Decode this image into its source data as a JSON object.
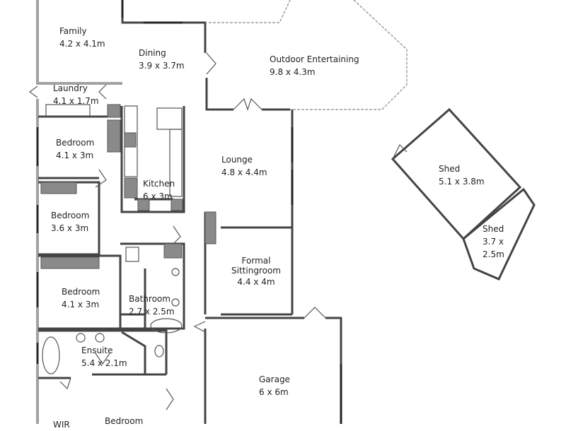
{
  "plan": {
    "colors": {
      "wall": "#444444",
      "fixture": "#8a8a8a",
      "outdoor_outline": "#888888"
    },
    "rooms": [
      {
        "name": "Family",
        "size": "4.2 x 4.1m"
      },
      {
        "name": "Dining",
        "size": "3.9 x 3.7m"
      },
      {
        "name": "Outdoor Entertaining",
        "size": "9.8 x 4.3m"
      },
      {
        "name": "Laundry",
        "size": "4.1 x 1.7m"
      },
      {
        "name": "Bedroom",
        "size": "4.1 x 3m"
      },
      {
        "name": "Kitchen",
        "size": "6 x 3m"
      },
      {
        "name": "Lounge",
        "size": "4.8 x 4.4m"
      },
      {
        "name": "Shed",
        "size": "5.1 x 3.8m"
      },
      {
        "name": "Shed",
        "size": "3.7 x 2.5m"
      },
      {
        "name": "Bedroom",
        "size": "3.6 x 3m"
      },
      {
        "name": "Formal Sittingroom",
        "size": "4.4 x 4m"
      },
      {
        "name": "Bedroom",
        "size": "4.1 x 3m"
      },
      {
        "name": "Bathroom",
        "size": "2.7 x 2.5m"
      },
      {
        "name": "Ensuite",
        "size": "5.4 x 2.1m"
      },
      {
        "name": "Garage",
        "size": "6 x 6m"
      },
      {
        "name": "Bedroom",
        "size": ""
      },
      {
        "name": "WIR",
        "size": ""
      }
    ]
  }
}
